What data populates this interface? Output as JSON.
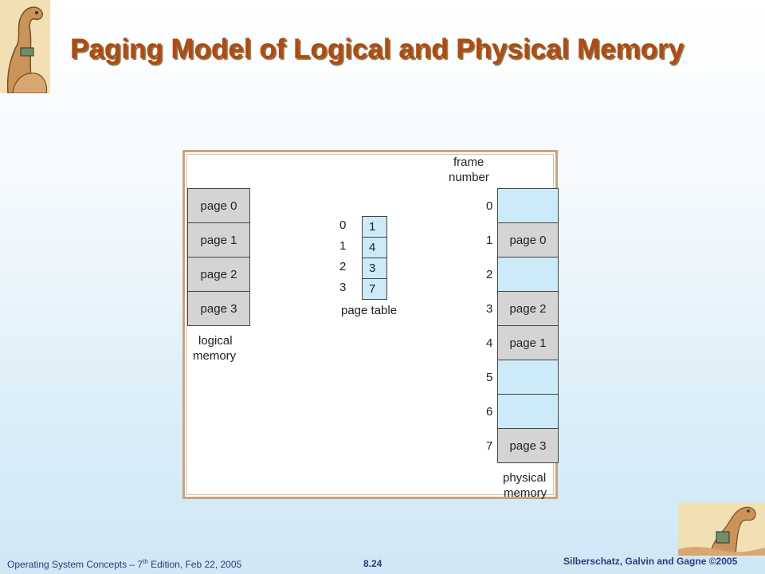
{
  "slide": {
    "title": "Paging Model of Logical and Physical Memory"
  },
  "diagram": {
    "logical_memory": {
      "pages": [
        "page 0",
        "page 1",
        "page 2",
        "page 3"
      ],
      "label_line1": "logical",
      "label_line2": "memory"
    },
    "page_table": {
      "indices": [
        "0",
        "1",
        "2",
        "3"
      ],
      "frames": [
        "1",
        "4",
        "3",
        "7"
      ],
      "label": "page table"
    },
    "physical_memory": {
      "header_line1": "frame",
      "header_line2": "number",
      "frame_numbers": [
        "0",
        "1",
        "2",
        "3",
        "4",
        "5",
        "6",
        "7"
      ],
      "frames": [
        "",
        "page 0",
        "",
        "page 2",
        "page 1",
        "",
        "",
        "page 3"
      ],
      "label_line1": "physical",
      "label_line2": "memory"
    }
  },
  "footer": {
    "left_prefix": "Operating System Concepts – 7",
    "left_sup": "th",
    "left_suffix": " Edition, Feb 22, 2005",
    "page": "8.24",
    "right": "Silberschatz, Galvin and Gagne ©2005"
  },
  "colors": {
    "title": "#b04a12",
    "footer": "#2a3b7a",
    "filled_block": "#d4d4d4",
    "empty_block": "#cdeaf9"
  }
}
